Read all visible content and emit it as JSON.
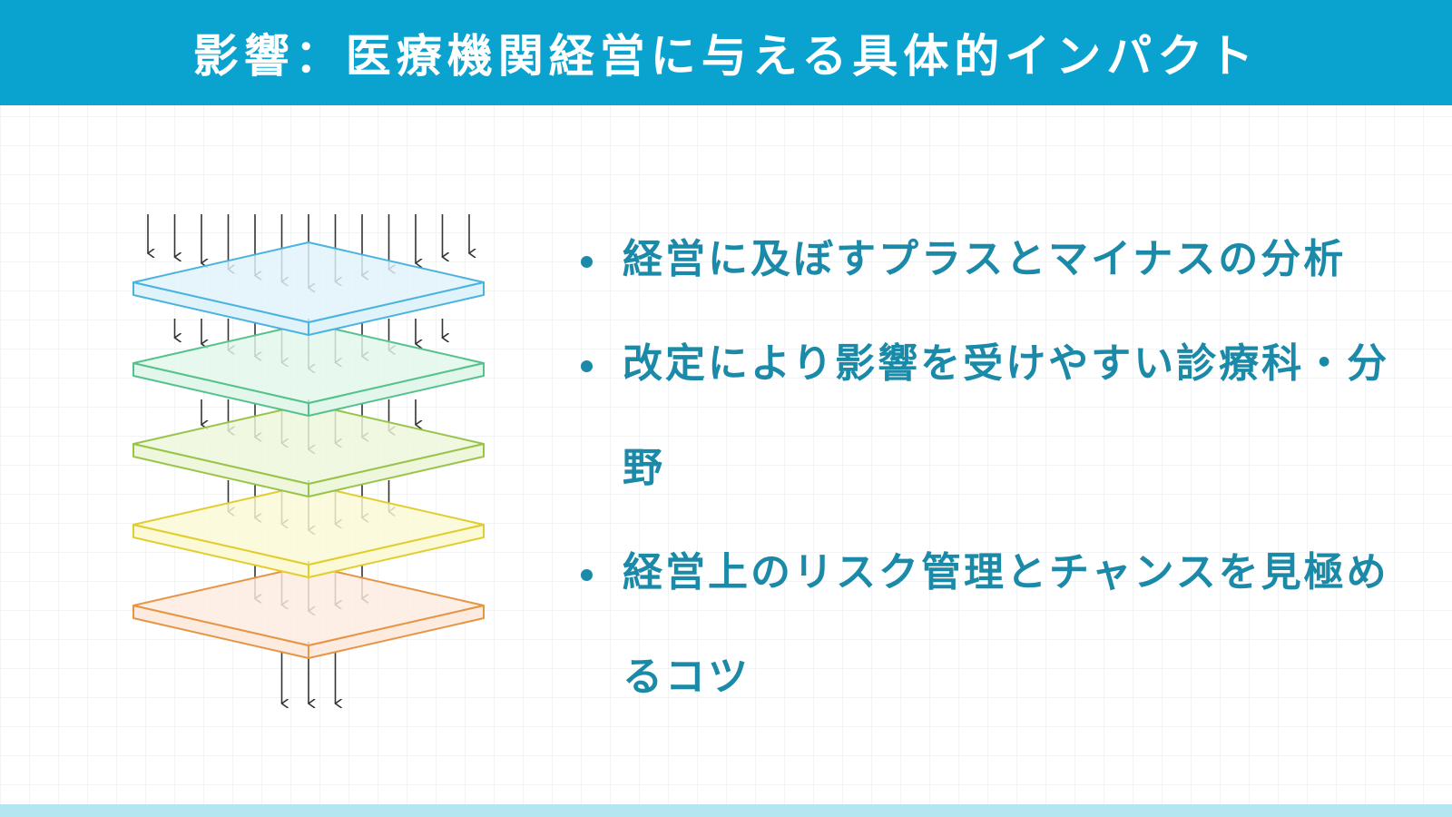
{
  "header": {
    "title": "影響：医療機関経営に与える具体的インパクト",
    "background_color": "#0aa3cf"
  },
  "bullets": [
    "経営に及ぼすプラスとマイナスの分析",
    "改定により影響を受けやすい診療科・分野",
    "経営上のリスク管理とチャンスを見極めるコツ"
  ],
  "colors": {
    "bullet_text": "#1b8aa8",
    "footer_bar": "#b4e6f2",
    "layers": [
      {
        "fill": "#e0f3fb",
        "stroke": "#4ab3df"
      },
      {
        "fill": "#e2f6ec",
        "stroke": "#55c28b"
      },
      {
        "fill": "#eef7dc",
        "stroke": "#99c44a"
      },
      {
        "fill": "#fbf9d6",
        "stroke": "#e2cd2e"
      },
      {
        "fill": "#fdebdf",
        "stroke": "#e69545"
      }
    ]
  },
  "diagram": {
    "icon": "layered-filter-diagram",
    "arrow_counts": [
      13,
      11,
      9,
      7,
      5,
      3
    ]
  }
}
